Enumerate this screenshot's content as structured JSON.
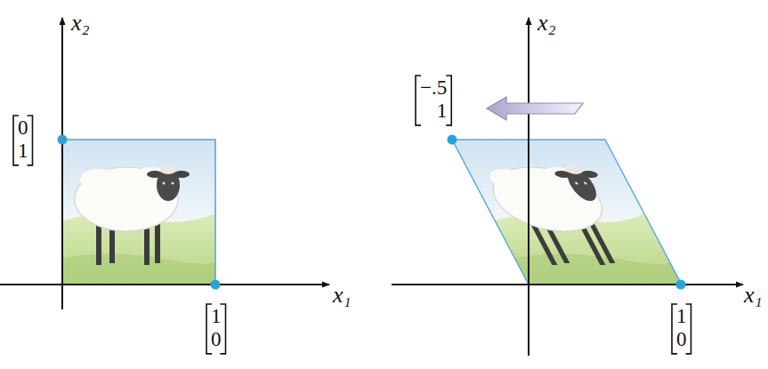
{
  "diagram": {
    "labels": [
      "x₂",
      "0 1",
      "x₁",
      "1 0",
      "x₂",
      "−.5 1",
      "x₁",
      "1 0"
    ]
  }
}
